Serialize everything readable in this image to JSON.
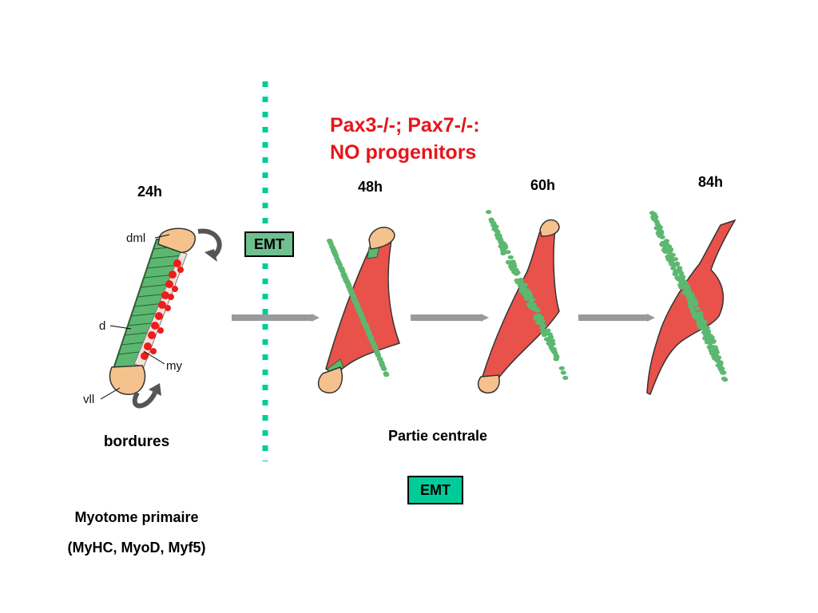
{
  "colors": {
    "progenitor_green": "#5cb870",
    "myotome_red": "#e8524a",
    "border_tan": "#f5c28e",
    "dotted_line": "#00cc99",
    "arrow_grey": "#9a9a9a",
    "mutant_text": "#e8141a"
  },
  "mutant_label": {
    "line1": "Pax3-/-; Pax7-/-:",
    "line2": "NO progenitors"
  },
  "stages": [
    "24h",
    "48h",
    "60h",
    "84h"
  ],
  "anatomy_labels": {
    "dml": "dml",
    "d": "d",
    "my": "my",
    "vll": "vll"
  },
  "emt_on_line": "EMT",
  "emt_bottom": "EMT",
  "captions": {
    "left": "bordures",
    "center": "Partie centrale",
    "bottom_line1": "Myotome primaire",
    "bottom_line2": "(MyHC, MyoD, Myf5)"
  }
}
